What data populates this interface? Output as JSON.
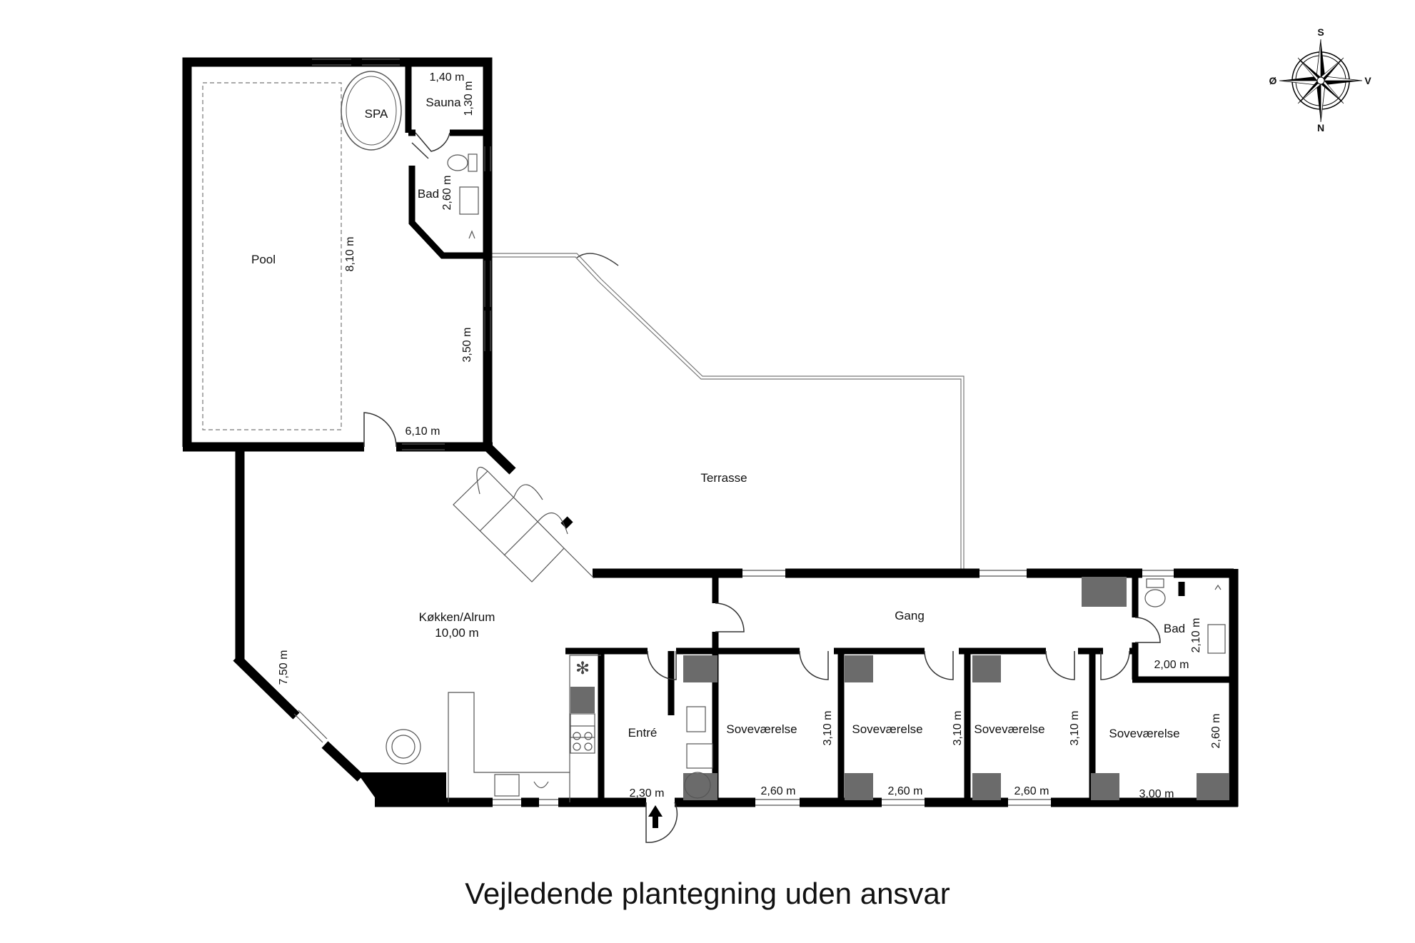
{
  "rooms": {
    "pool": "Pool",
    "spa": "SPA",
    "sauna": "Sauna",
    "bad1": "Bad",
    "terrasse": "Terrasse",
    "kokken_line1": "Køkken/Alrum",
    "kokken_line2": "10,00 m",
    "gang": "Gang",
    "bad2": "Bad",
    "entre": "Entré",
    "sov1": "Soveværelse",
    "sov2": "Soveværelse",
    "sov3": "Soveværelse",
    "sov4": "Soveværelse"
  },
  "dimensions": {
    "sauna_w": "1,40 m",
    "sauna_h": "1,30 m",
    "bad1_h": "2,60 m",
    "pool_h": "8,10 m",
    "opening_h": "3,50 m",
    "pool_w": "6,10 m",
    "kitchen_diag": "7,50 m",
    "entre_w": "2,30 m",
    "sov1_w": "2,60 m",
    "sov1_h": "3,10 m",
    "sov2_w": "2,60 m",
    "sov2_h": "3,10 m",
    "sov3_w": "2,60 m",
    "sov3_h": "3,10 m",
    "sov4_w": "3,00 m",
    "sov4_h": "2,60 m",
    "bad2_h": "2,10 m",
    "bad2_w": "2,00 m"
  },
  "compass": {
    "north": "N",
    "south": "S",
    "east": "Ø",
    "west": "V"
  },
  "caption": "Vejledende plantegning uden ansvar",
  "colors": {
    "wall": "#000000",
    "fixture": "#6b6b6b",
    "line": "#555555",
    "background": "#ffffff"
  }
}
